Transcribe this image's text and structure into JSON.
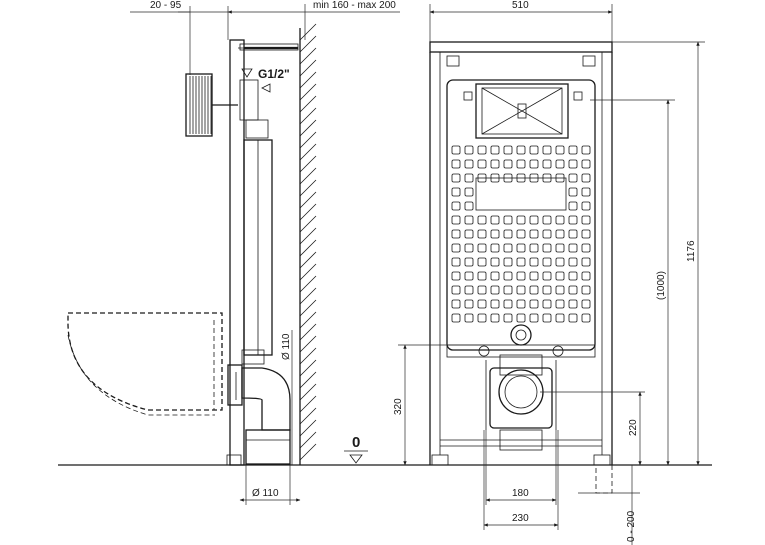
{
  "dimensions": {
    "side_offset": "20 - 95",
    "wall_depth": "min 160 - max 200",
    "frame_width": "510",
    "frame_height": "1176",
    "inner_height": "(1000)",
    "flange_height": "320",
    "drain_height": "220",
    "pipe_vertical": "Ø 110",
    "pipe_horizontal": "Ø 110",
    "bolt_spacing": "180",
    "bracket_spacing": "230",
    "floor_adjust": "0 - 200"
  },
  "labels": {
    "water_inlet": "G1/2\"",
    "floor_level": "0"
  }
}
